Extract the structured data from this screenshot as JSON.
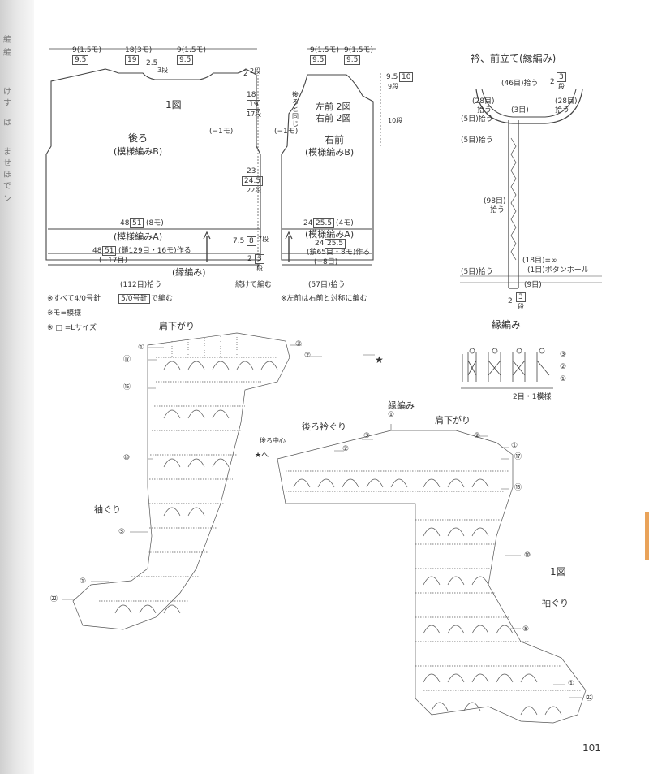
{
  "gutter": {
    "chars": [
      "編",
      "編",
      "け",
      "す",
      "は",
      "ま",
      "せ",
      "ほ",
      "で",
      "ン"
    ]
  },
  "schematic": {
    "back": {
      "fig_label": "1図",
      "title": "後ろ",
      "subtitle": "(模様編みB)",
      "top_left": "9(1.5モ)",
      "top_left_box": "9.5",
      "top_mid": "18(3モ)",
      "top_mid_box": "19",
      "top_right": "9(1.5モ)",
      "top_right_box": "9.5",
      "neck_depth": "2.5",
      "neck_rows": "3段",
      "side_dec": "(−1モ)",
      "width_line": "48",
      "width_box": "51",
      "width_unit": "(8モ)",
      "pattern_a": "(模様編みA)",
      "start_line": "48",
      "start_box": "51",
      "start_text": "(鎖129目・16モ)作る",
      "edge_dec": "(−17目)",
      "edging": "(縁編み)",
      "pickup": "(112目)拾う"
    },
    "center": {
      "v1": "2",
      "v1_rows": "2段",
      "v2": "18",
      "v2_box": "19",
      "v2_rows": "17段",
      "v3": "23",
      "v3_box": "24.5",
      "v3_rows": "22段",
      "v4": "7.5",
      "v4_box": "8",
      "v4_rows": "7段",
      "v5": "2",
      "v5_box": "3",
      "v5_rows": "段",
      "continue": "続けて編む"
    },
    "front": {
      "top_left": "9(1.5モ)",
      "top_left_box": "9.5",
      "top_right": "9(1.5モ)",
      "top_right_box": "9.5",
      "same_as_back": "後ろと同じ",
      "left_front": "左前 2図",
      "right_front": "右前 2図",
      "side_dec": "(−1モ)",
      "title": "右前",
      "subtitle": "(模様編みB)",
      "width_line": "24",
      "width_box": "25.5",
      "width_unit": "(4モ)",
      "pattern_a": "(模様編みA)",
      "start_line": "24",
      "start_box": "25.5",
      "start_text": "(鎖65目・8モ)作る",
      "edge_dec": "(−8目)",
      "pickup": "(57目)拾う",
      "right_v1": "9.5",
      "right_v1_box": "10",
      "right_v1_rows": "9段",
      "right_v2_rows": "10段"
    },
    "notes": [
      "※すべて4/0号針",
      "5/0号針",
      "で編む",
      "※モ=模様",
      "※ □ =Lサイズ",
      "※左前は右前と対称に編む"
    ]
  },
  "collar": {
    "title": "衿、前立て(縁編み)",
    "pick46": "(46目)拾う",
    "rows_top": "2",
    "rows_top_box": "3",
    "rows_top_unit": "段",
    "l28": "(28目)",
    "l28b": "拾う",
    "r28": "(28目)",
    "r28b": "拾う",
    "m3": "(3目)",
    "m5": "(5目)拾う",
    "m98": "(98目)",
    "m98b": "拾う",
    "m18": "(18目)=∞",
    "bh": "(1目)ボタンホール",
    "m5b": "(5目)拾う",
    "m9": "(9目)",
    "bot": "2",
    "bot_box": "3",
    "bot_unit": "段"
  },
  "edging_chart": {
    "title": "縁編み",
    "rows": [
      "③",
      "②",
      "①"
    ],
    "repeat": "2目・1模様"
  },
  "left_chart": {
    "shoulder": "肩下がり",
    "armhole": "袖ぐり",
    "rows": [
      "①",
      "⑰",
      "⑮",
      "③",
      "②",
      "⑩",
      "⑤",
      "①",
      "㉒"
    ],
    "star": "★"
  },
  "right_chart": {
    "edging": "縁編み",
    "back_neck": "後ろ衿ぐり",
    "shoulder": "肩下がり",
    "back_center": "後ろ中心",
    "star_to": "★へ",
    "fig_label": "1図",
    "armhole": "袖ぐり",
    "rows": [
      "①",
      "③",
      "②",
      "②",
      "①",
      "⑰",
      "⑮",
      "⑩",
      "⑤",
      "①",
      "㉒"
    ]
  },
  "page_number": "101"
}
